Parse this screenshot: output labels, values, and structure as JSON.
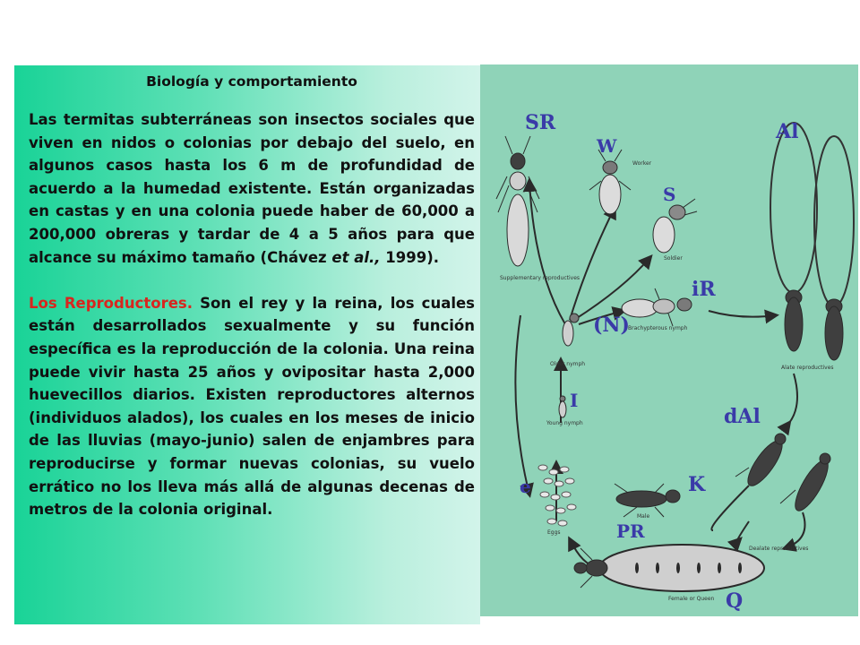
{
  "text_panel": {
    "title": "Biología y comportamiento",
    "paragraph1": {
      "text": "Las termitas subterráneas son insectos sociales que viven en nidos o colonias por debajo del suelo, en algunos casos hasta los 6 m de profundidad de acuerdo a la humedad existente. Están organizadas en castas y en una colonia puede haber de 60,000 a 200,000 obreras y tardar de 4 a 5 años para que alcance su máximo tamaño (Chávez ",
      "italic": "et al.,",
      "end": " 1999)."
    },
    "paragraph2": {
      "highlight": "Los Reproductores.",
      "text": " Son el rey y la reina, los cuales están desarrollados sexualmente y su función específica es la reproducción de la colonia. Una reina puede vivir hasta 25 años y ovipositar hasta 2,000 huevecillos diarios. Existen reproductores alternos (individuos alados), los cuales en los meses de inicio de las lluvias (mayo-junio) salen de enjambres para reproducirse y formar nuevas colonias, su vuelo errático no los lleva más allá de algunas decenas de metros de la colonia original."
    },
    "highlight_color": "#d8261f"
  },
  "figure": {
    "background": "#8fd3b8",
    "label_color": "#3a3aa8",
    "labels": {
      "sr": "SR",
      "w": "W",
      "s": "S",
      "al": "Al",
      "ir": "iR",
      "n": "(N)",
      "i": "I",
      "dal": "dAl",
      "e": "e",
      "k": "K",
      "pr": "PR",
      "q": "Q"
    },
    "captions": {
      "worker": "Worker",
      "soldier": "Soldier",
      "supplementary": "Supplementary reproductives",
      "brachypterous": "Brachypterous nymph",
      "older_nymph": "Older nymph",
      "alate": "Alate reproductives",
      "young_nymph": "Young nymph",
      "dealate": "Dealate reproductives",
      "eggs": "Eggs",
      "male": "Male",
      "queen": "Female or Queen"
    }
  }
}
